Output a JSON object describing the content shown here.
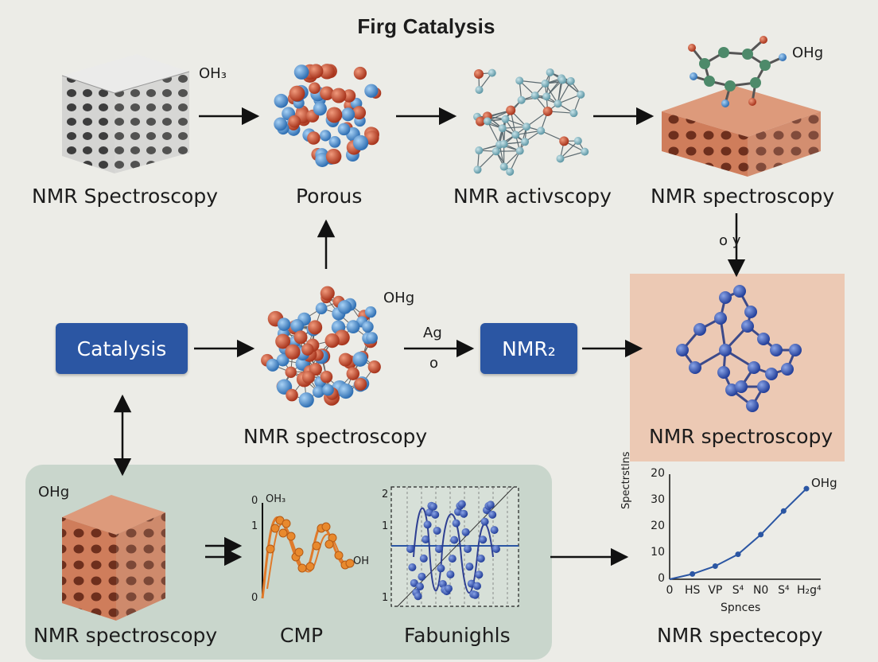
{
  "title": "Firg Catalysis",
  "captions": {
    "top_1": "NMR Spectroscopy",
    "top_2": "Porous",
    "top_3": "NMR activscopy",
    "top_4": "NMR spectroscopy",
    "mid_center": "NMR spectroscopy",
    "mid_right": "NMR spectroscopy",
    "bottom_1": "NMR spectroscopy",
    "bottom_2": "CMP",
    "bottom_3": "Fabunighls",
    "bottom_4": "NMR spectecopy"
  },
  "labels": {
    "oh3_top": "OH₃",
    "ohg_top_right": "OHg",
    "ohg_mid": "OHg",
    "ohg_bottom_left": "OHg",
    "arrow_oy": "o y",
    "arrow_ag": "Ag",
    "arrow_o": "o",
    "wave_oh3": "OH₃",
    "wave_oh": "OH"
  },
  "boxes": {
    "catalysis": "Catalysis",
    "nmr2": "NMR₂"
  },
  "wave_axis": {
    "t0": "0",
    "t1": "1",
    "b0": "0"
  },
  "grid_axis": {
    "t2": "2",
    "t1": "1",
    "b1": "1"
  },
  "chart_data": {
    "type": "line",
    "title": "",
    "xlabel": "Spnces",
    "ylabel": "Spectrstlns",
    "x": [
      "0",
      "HS",
      "VP",
      "S⁴",
      "N0",
      "S⁴",
      "H₂g⁴"
    ],
    "series": [
      {
        "values": [
          0,
          2,
          5,
          9.5,
          17,
          26,
          34.5
        ]
      }
    ],
    "yticks": [
      "0",
      "10",
      "20",
      "30",
      "20"
    ],
    "ylim": [
      0,
      40
    ],
    "annotation": "OHg",
    "grid": false,
    "legend": "none",
    "color": "#2b56a3"
  },
  "colors": {
    "box_blue": "#2b56a3",
    "panel_green": "#c9d6cc",
    "panel_peach": "#ecc9b4",
    "terracotta": "#c9785a",
    "atom_blue": "#4f8fd0",
    "atom_red": "#c8472c"
  }
}
